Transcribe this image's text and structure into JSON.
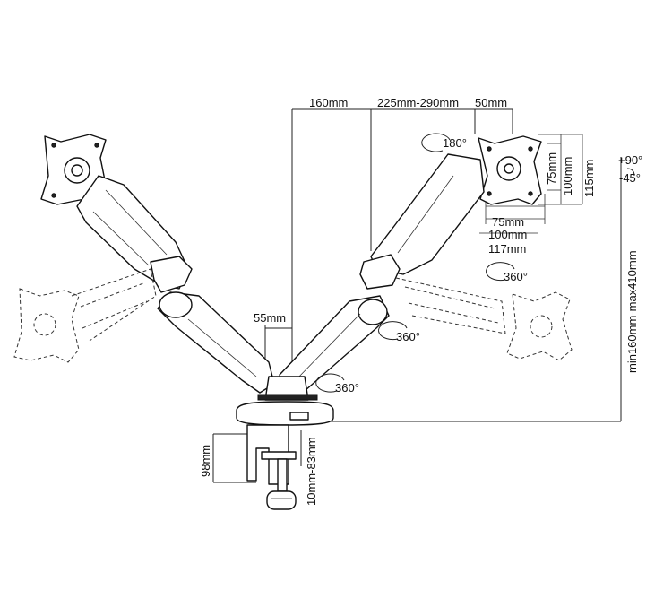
{
  "labels": {
    "reach_160": "160mm",
    "reach_225_290": "225mm-290mm",
    "offset_50": "50mm",
    "vesa_75_h": "75mm",
    "vesa_100_h": "100mm",
    "vesa_117": "117mm",
    "vesa_75_v": "75mm",
    "vesa_100_v": "100mm",
    "vesa_115_v": "115mm",
    "pole_55": "55mm",
    "height_range": "min160mm-max410mm",
    "base_98": "98mm",
    "desk_thickness": "10mm-83mm",
    "tilt_up": "+90°",
    "tilt_down": "-45°",
    "rotate_180": "180°",
    "swivel_360_head": "360°",
    "swivel_360_elbow": "360°",
    "swivel_360_base": "360°"
  },
  "colors": {
    "line": "#222222",
    "fill": "#ffffff"
  }
}
